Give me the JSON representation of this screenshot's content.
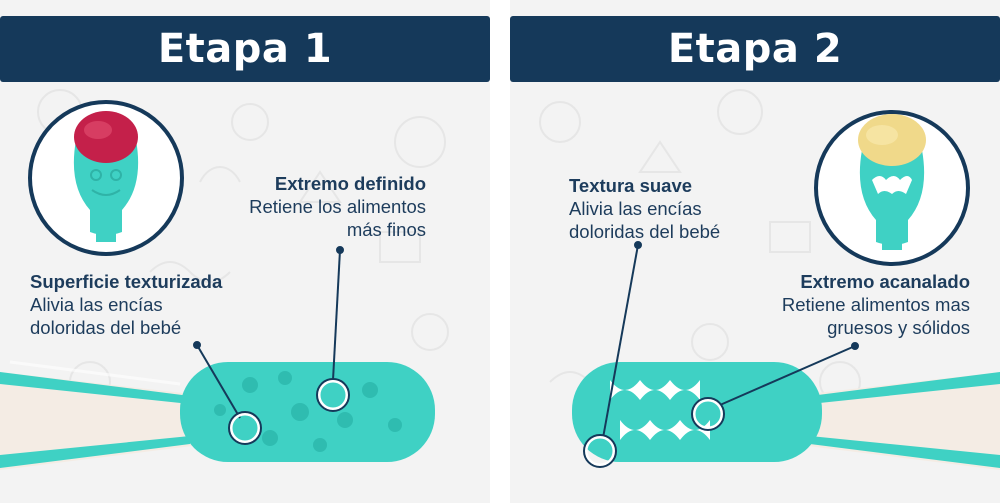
{
  "colors": {
    "header_bg": "#15395a",
    "header_text": "#ffffff",
    "spoon_teal": "#3fd1c4",
    "handle": "#f4ece4",
    "text": "#1d3c5c"
  },
  "stage1": {
    "title": "Etapa 1",
    "callout_tip": {
      "title": "Extremo definido",
      "desc_line1": "Retiene los alimentos",
      "desc_line2": "más finos"
    },
    "callout_surface": {
      "title": "Superficie texturizada",
      "desc_line1": "Alivia las encías",
      "desc_line2": "doloridas del bebé"
    }
  },
  "stage2": {
    "title": "Etapa 2",
    "callout_texture": {
      "title": "Textura suave",
      "desc_line1": "Alivia las encías",
      "desc_line2": "doloridas del bebé"
    },
    "callout_grooved": {
      "title": "Extremo acanalado",
      "desc_line1": "Retiene alimentos mas",
      "desc_line2": "gruesos y sólidos"
    }
  }
}
